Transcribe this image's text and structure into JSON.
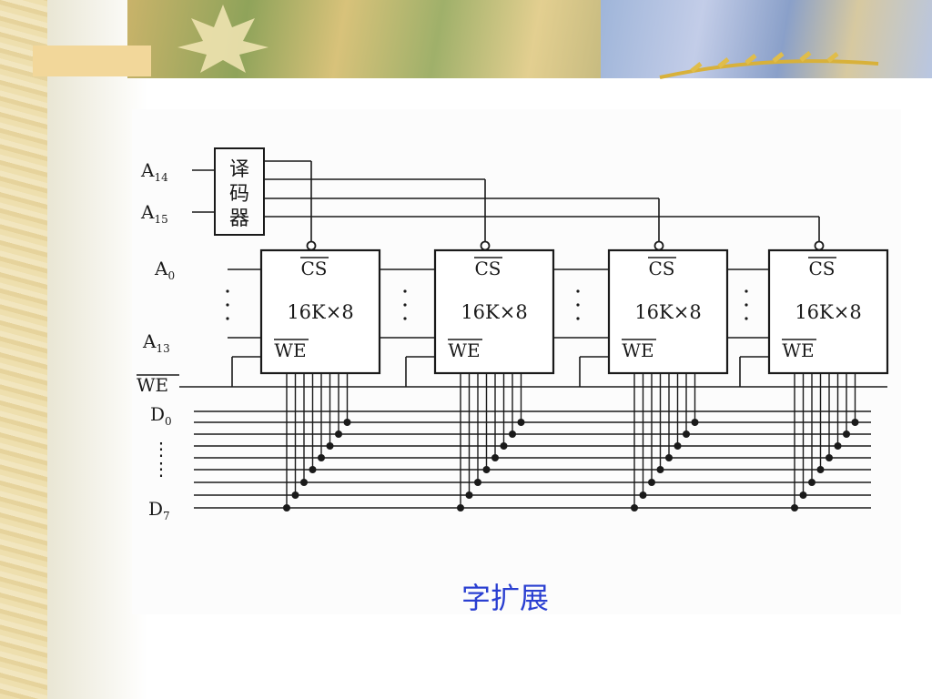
{
  "slide": {
    "caption": "字扩展",
    "colors": {
      "caption": "#2a3fd1",
      "ink": "#1a1a1a",
      "parchment": "#eedfae"
    }
  },
  "diagram": {
    "decoder": {
      "label_lines": [
        "译",
        "码",
        "器"
      ]
    },
    "address_inputs": [
      "A",
      "A"
    ],
    "address_input_subscripts": [
      "14",
      "15"
    ],
    "left_labels": {
      "a0": "A",
      "a0_sub": "0",
      "a13": "A",
      "a13_sub": "13",
      "we_bar": "WE",
      "d0": "D",
      "d0_sub": "0",
      "d7": "D",
      "d7_sub": "7"
    },
    "chips": [
      {
        "cs": "CS",
        "size": "16K×8",
        "we": "WE"
      },
      {
        "cs": "CS",
        "size": "16K×8",
        "we": "WE"
      },
      {
        "cs": "CS",
        "size": "16K×8",
        "we": "WE"
      },
      {
        "cs": "CS",
        "size": "16K×8",
        "we": "WE"
      }
    ]
  }
}
